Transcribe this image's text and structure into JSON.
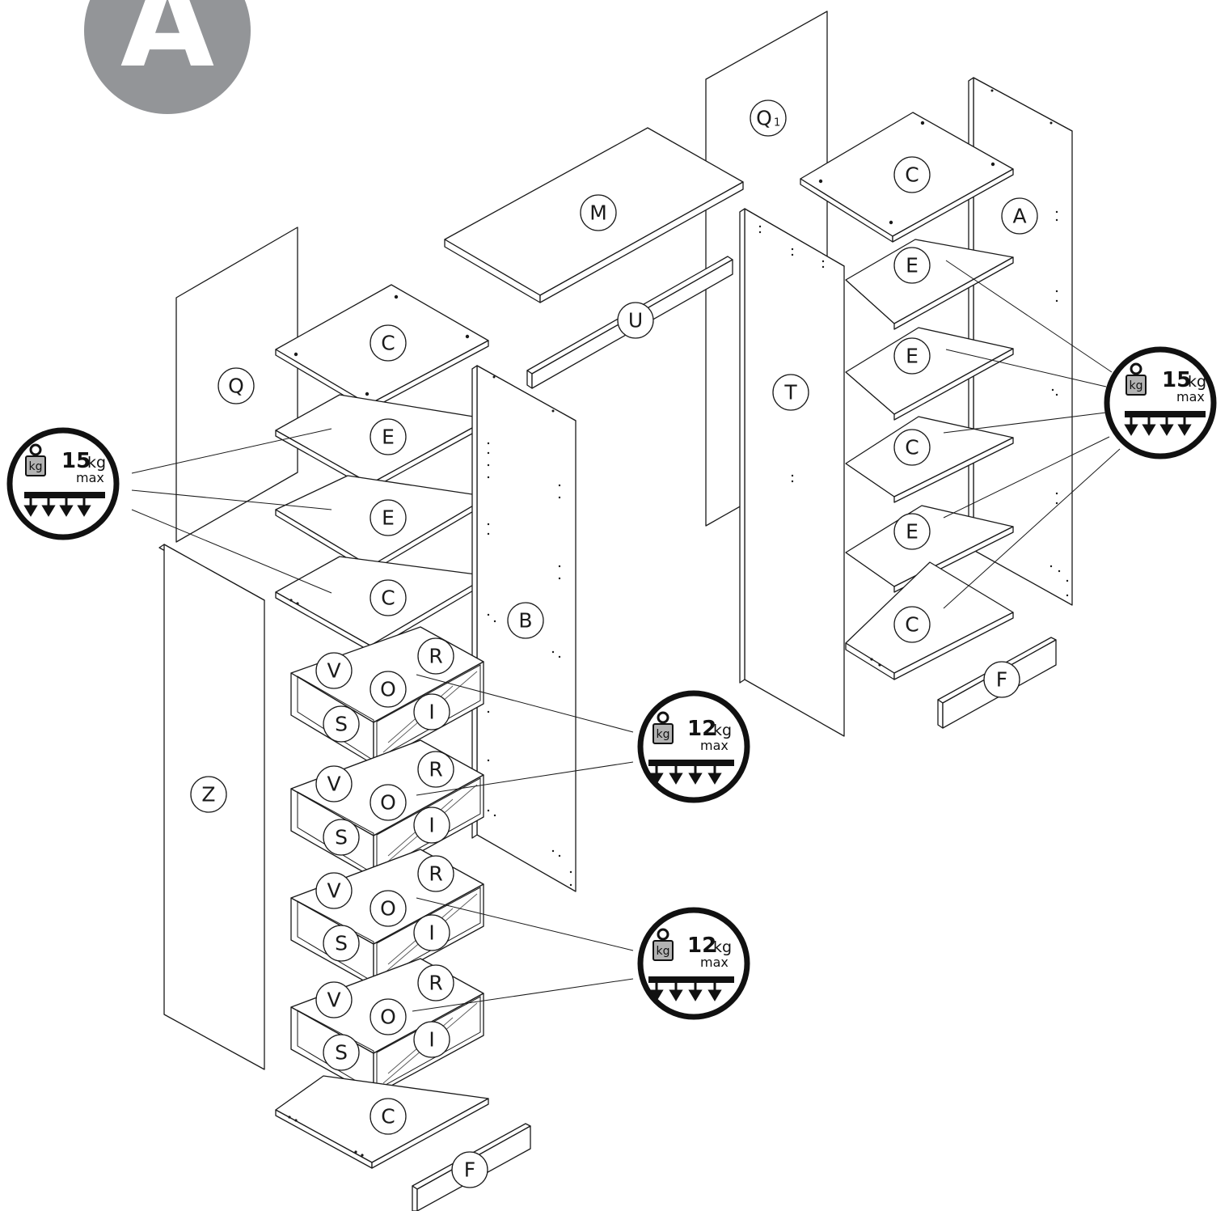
{
  "step": {
    "letter": "A",
    "color": "#939598"
  },
  "parts": {
    "Q1": {
      "letter": "Q",
      "sub": "1"
    },
    "M": "M",
    "U": "U",
    "A": "A",
    "T": "T",
    "Q": "Q",
    "B": "B",
    "Z": "Z",
    "C": "C",
    "E": "E",
    "F": "F",
    "R": "R",
    "O": "O",
    "I": "I",
    "S": "S",
    "V": "V"
  },
  "load_badges": [
    {
      "value": "15",
      "unit": "kg",
      "max": "max",
      "icon_label": "kg"
    },
    {
      "value": "15",
      "unit": "kg",
      "max": "max",
      "icon_label": "kg"
    },
    {
      "value": "12",
      "unit": "kg",
      "max": "max",
      "icon_label": "kg"
    },
    {
      "value": "12",
      "unit": "kg",
      "max": "max",
      "icon_label": "kg"
    }
  ],
  "colors": {
    "line": "#1a1a1a",
    "step_badge": "#939598",
    "weight_icon": "#b3b3b3"
  }
}
